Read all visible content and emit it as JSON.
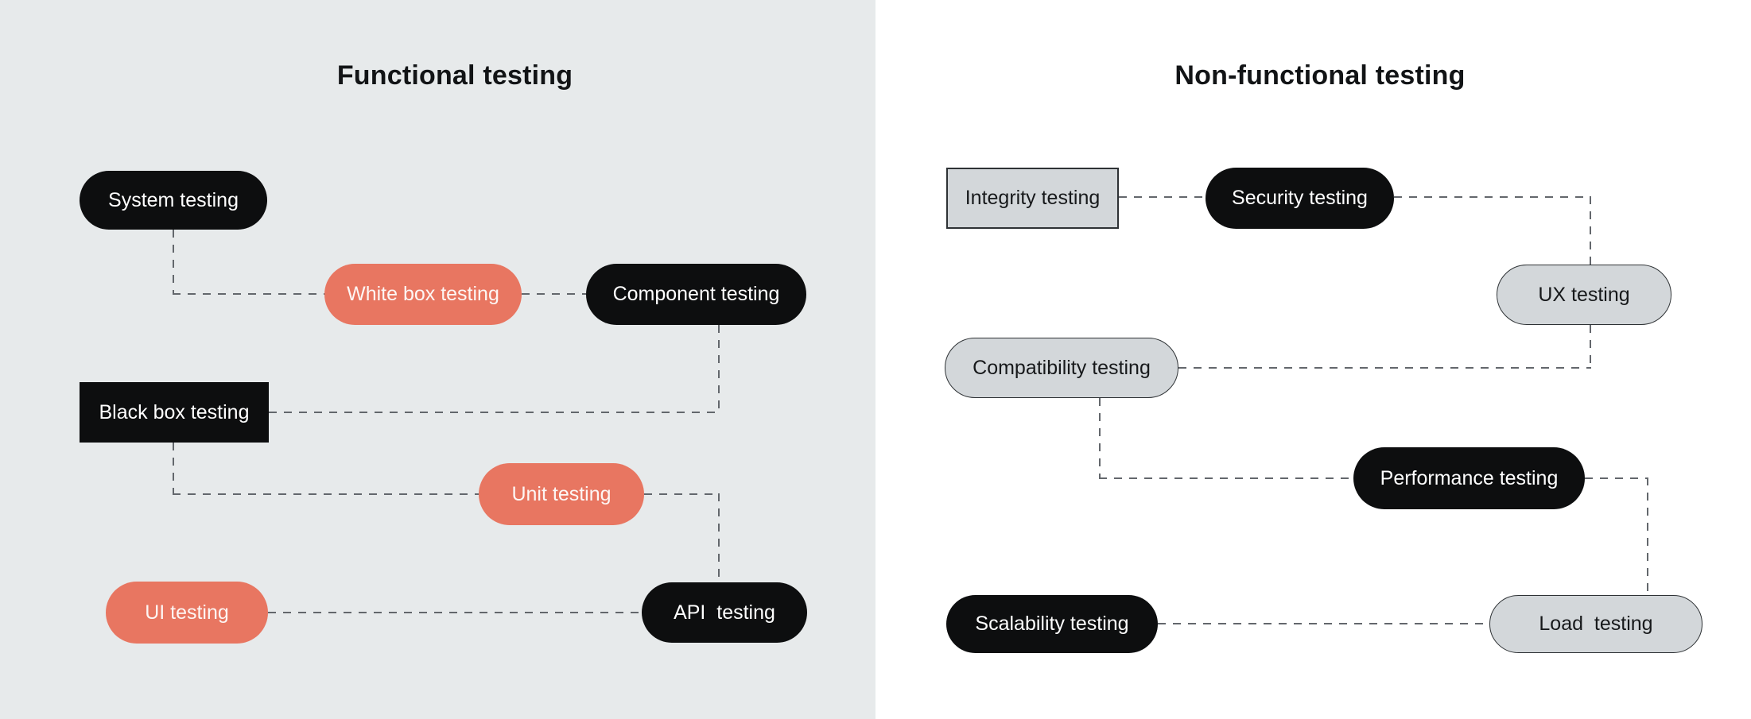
{
  "left": {
    "title": "Functional testing",
    "nodes": {
      "system": "System testing",
      "whitebox": "White box testing",
      "component": "Component testing",
      "blackbox": "Black box testing",
      "unit": "Unit testing",
      "ui": "UI testing",
      "api": "API  testing"
    }
  },
  "right": {
    "title": "Non-functional testing",
    "nodes": {
      "integrity": "Integrity testing",
      "security": "Security testing",
      "ux": "UX testing",
      "compatibility": "Compatibility testing",
      "performance": "Performance testing",
      "scalability": "Scalability testing",
      "load": "Load  testing"
    }
  },
  "colors": {
    "left_panel_bg": "#E7EAEB",
    "right_panel_bg": "#FFFFFF",
    "node_black": "#0D0E0F",
    "node_salmon": "#E87661",
    "node_gray_fill": "#D3D7DA",
    "node_gray_border": "#2E3235",
    "node_text_light": "#FFFFFF",
    "node_text_dark": "#17191B",
    "connector": "#63676C",
    "title_text": "#121416"
  }
}
